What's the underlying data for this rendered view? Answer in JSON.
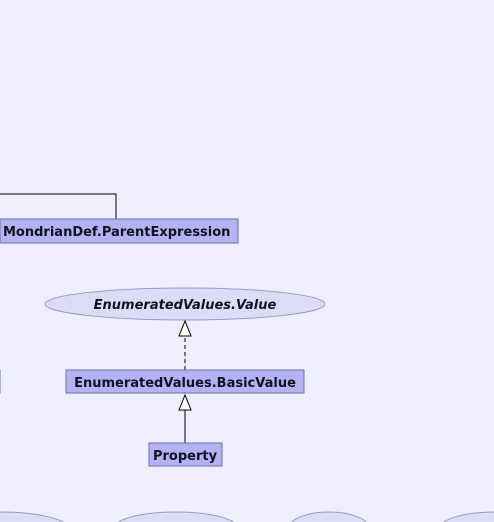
{
  "diagram": {
    "nodes": {
      "parent_expression": {
        "label": "MondrianDef.ParentExpression",
        "shape": "box"
      },
      "value": {
        "label": "EnumeratedValues.Value",
        "shape": "ellipse",
        "style": "italic"
      },
      "basic_value": {
        "label": "EnumeratedValues.BasicValue",
        "shape": "box"
      },
      "property": {
        "label": "Property",
        "shape": "box"
      }
    },
    "edges": [
      {
        "from": "basic_value",
        "to": "value",
        "kind": "realization",
        "line": "dashed",
        "arrow": "hollow-triangle"
      },
      {
        "from": "property",
        "to": "basic_value",
        "kind": "generalization",
        "line": "solid",
        "arrow": "hollow-triangle"
      }
    ],
    "colors": {
      "background": "#eeeefc",
      "box_fill": "#b3b3f4",
      "box_stroke": "#6f6fa6",
      "ellipse_fill": "#dcdcf6",
      "ellipse_stroke": "#9a9ac8",
      "line": "#000000"
    }
  }
}
